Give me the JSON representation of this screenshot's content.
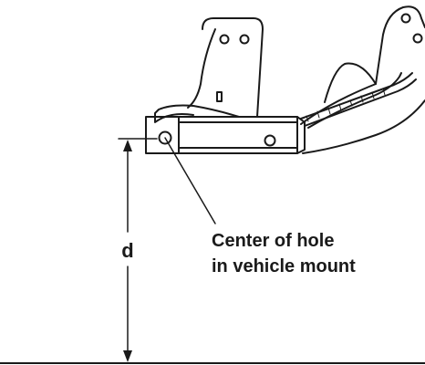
{
  "diagram": {
    "dimension_label": "d",
    "callout_line1": "Center of hole",
    "callout_line2": "in vehicle mount"
  },
  "colors": {
    "line": "#1a1a1a",
    "background": "#ffffff"
  }
}
